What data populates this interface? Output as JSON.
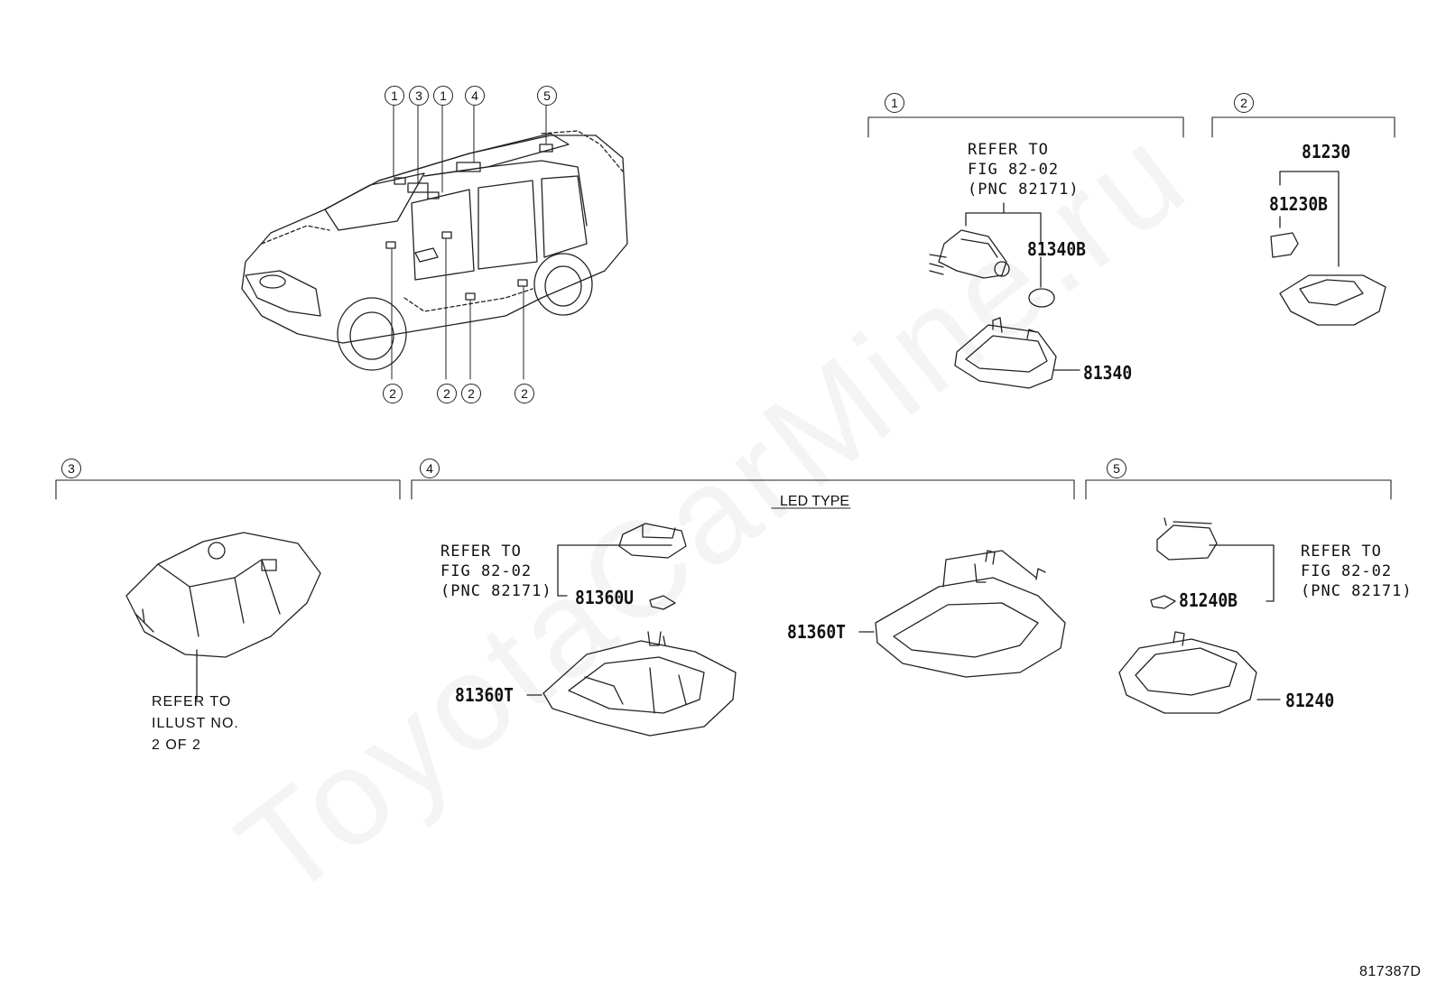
{
  "watermark": "ToyotaCarMine.ru",
  "figure_code": "817387D",
  "callouts": {
    "c1": "1",
    "c2": "2",
    "c3": "3",
    "c4": "4",
    "c5": "5"
  },
  "section1": {
    "refer": [
      "REFER TO",
      "FIG 82-02",
      "(PNC 82171)"
    ],
    "parts": [
      "81340B",
      "81340"
    ]
  },
  "section2": {
    "parts": [
      "81230",
      "81230B"
    ]
  },
  "section3": {
    "refer": [
      "REFER TO",
      "ILLUST NO.",
      "2 OF 2"
    ]
  },
  "section4": {
    "led_type": "LED TYPE",
    "refer": [
      "REFER TO",
      "FIG 82-02",
      "(PNC 82171)"
    ],
    "parts": [
      "81360U",
      "81360T",
      "81360T"
    ]
  },
  "section5": {
    "refer": [
      "REFER TO",
      "FIG 82-02",
      "(PNC 82171)"
    ],
    "parts": [
      "81240B",
      "81240"
    ]
  }
}
